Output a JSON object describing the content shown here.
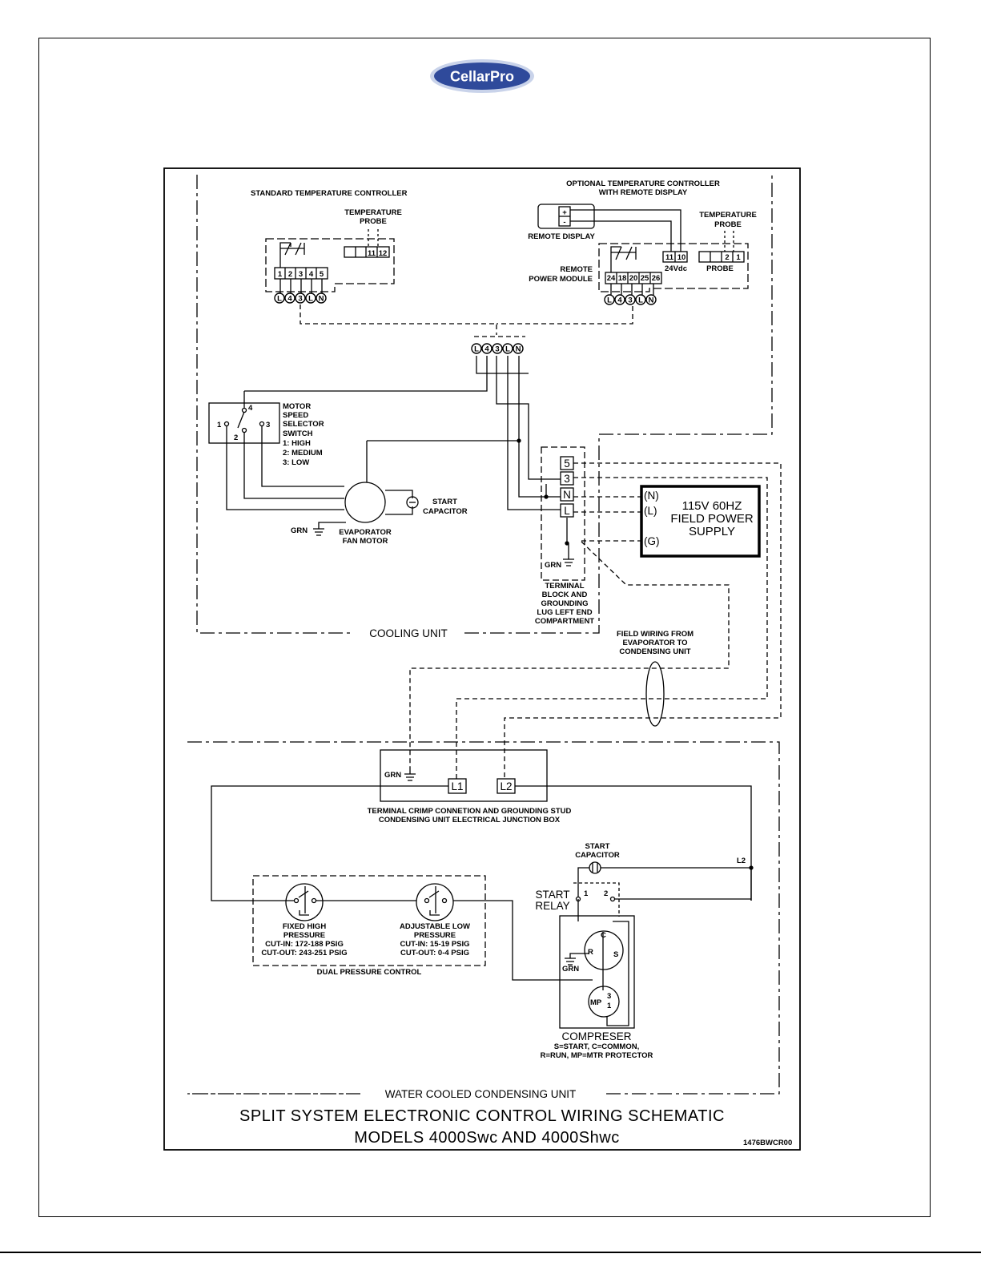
{
  "logo": {
    "text": "CellarPro",
    "brand_color": "#2f4a9b",
    "ring_color": "#c9d3ea"
  },
  "standard_controller": {
    "title": "STANDARD TEMPERATURE CONTROLLER",
    "probe_label_1": "TEMPERATURE",
    "probe_label_2": "PROBE",
    "probe_terminals": [
      "11",
      "12"
    ],
    "relay_terminals": [
      "1",
      "2",
      "3",
      "4",
      "5"
    ],
    "line_terminals": [
      "L",
      "4",
      "3",
      "L",
      "N"
    ]
  },
  "optional_controller": {
    "title_1": "OPTIONAL TEMPERATURE CONTROLLER",
    "title_2": "WITH REMOTE DISPLAY",
    "remote_display_label": "REMOTE DISPLAY",
    "display_plus": "+",
    "display_minus": "-",
    "probe_label_1": "TEMPERATURE",
    "probe_label_2": "PROBE",
    "power_terminals": [
      "11",
      "10"
    ],
    "power_label": "24Vdc",
    "probe_terminals": [
      "2",
      "1"
    ],
    "probe_label": "PROBE",
    "module_label_1": "REMOTE",
    "module_label_2": "POWER MODULE",
    "relay_terminals": [
      "24",
      "18",
      "20",
      "25",
      "26"
    ],
    "line_terminals": [
      "L",
      "4",
      "3",
      "L",
      "N"
    ]
  },
  "junction_terminals": [
    "L",
    "4",
    "3",
    "L",
    "N"
  ],
  "motor_switch": {
    "label_lines": [
      "MOTOR",
      "SPEED",
      "SELECTOR",
      "SWITCH",
      "1:  HIGH",
      "2:  MEDIUM",
      "3:  LOW"
    ],
    "pins": [
      "1",
      "2",
      "3",
      "4"
    ]
  },
  "evaporator": {
    "start_capacitor_1": "START",
    "start_capacitor_2": "CAPACITOR",
    "grn": "GRN",
    "fan_motor_1": "EVAPORATOR",
    "fan_motor_2": "FAN MOTOR"
  },
  "terminal_block": {
    "terminals": [
      "5",
      "3",
      "N",
      "L"
    ],
    "grn": "GRN",
    "label_lines": [
      "TERMINAL",
      "BLOCK AND",
      "GROUNDING",
      "LUG LEFT END",
      "COMPARTMENT"
    ]
  },
  "power_supply": {
    "pins": [
      "(N)",
      "(L)",
      "(G)"
    ],
    "lines": [
      "115V 60HZ",
      "FIELD POWER",
      "SUPPLY"
    ]
  },
  "cooling_unit_label": "COOLING UNIT",
  "field_wiring_lines": [
    "FIELD WIRING FROM",
    "EVAPORATOR TO",
    "CONDENSING UNIT"
  ],
  "condensing_junction": {
    "grn": "GRN",
    "l1": "L1",
    "l2": "L2",
    "label_1": "TERMINAL CRIMP CONNETION AND GROUNDING STUD",
    "label_2": "CONDENSING UNIT ELECTRICAL JUNCTION BOX"
  },
  "pressure_control": {
    "high_lines": [
      "FIXED HIGH",
      "PRESSURE",
      "CUT-IN:  172-188 PSIG",
      "CUT-OUT:  243-251 PSIG"
    ],
    "low_lines": [
      "ADJUSTABLE LOW",
      "PRESSURE",
      "CUT-IN:  15-19 PSIG",
      "CUT-OUT:  0-4 PSIG"
    ],
    "title": "DUAL PRESSURE CONTROL"
  },
  "start_circuit": {
    "capacitor_1": "START",
    "capacitor_2": "CAPACITOR",
    "l2": "L2",
    "relay_1": "START",
    "relay_2": "RELAY",
    "pin_1": "1",
    "pin_2": "2"
  },
  "compressor": {
    "c": "C",
    "r": "R",
    "s": "S",
    "mp": "MP",
    "mp3": "3",
    "mp1": "1",
    "grn": "GRN",
    "title": "COMPRESER",
    "legend_1": "S=START, C=COMMON,",
    "legend_2": "R=RUN, MP=MTR PROTECTOR"
  },
  "condensing_unit_label": "WATER COOLED CONDENSING UNIT",
  "schematic_title_1": "SPLIT SYSTEM ELECTRONIC CONTROL WIRING SCHEMATIC",
  "schematic_title_2": "MODELS 4000Swc AND 4000Shwc",
  "drawing_number": "1476BWCR00"
}
